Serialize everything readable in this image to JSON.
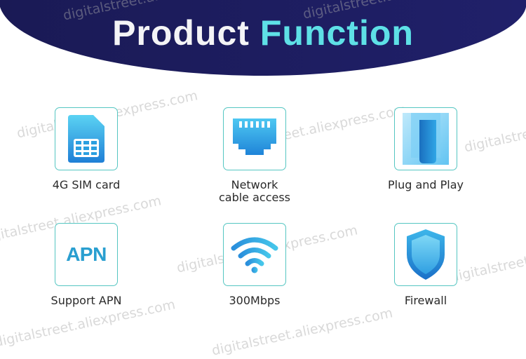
{
  "header": {
    "title_word_1": "Product",
    "title_word_2": "Function"
  },
  "watermark": "digitalstreet.aliexpress.com",
  "colors": {
    "banner": "#1b1b5e",
    "accent": "#55c6c2",
    "icon_blue": "#2aa6df"
  },
  "features": [
    {
      "label": "4G SIM card",
      "icon": "sim-card-icon"
    },
    {
      "label_line1": "Network",
      "label_line2": "cable access",
      "icon": "ethernet-port-icon"
    },
    {
      "label": "Plug and Play",
      "icon": "usb-dongle-icon"
    },
    {
      "label": "Support APN",
      "icon": "apn-icon",
      "icon_text": "APN"
    },
    {
      "label": "300Mbps",
      "icon": "wifi-icon"
    },
    {
      "label": "Firewall",
      "icon": "shield-icon"
    }
  ]
}
